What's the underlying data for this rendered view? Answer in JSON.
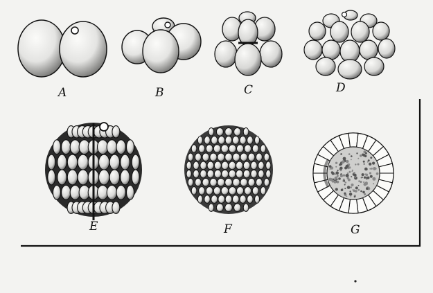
{
  "figures": [
    {
      "label": "A",
      "stage": "2-cell"
    },
    {
      "label": "B",
      "stage": "4-cell"
    },
    {
      "label": "C",
      "stage": "8-cell"
    },
    {
      "label": "D",
      "stage": "16-cell"
    },
    {
      "label": "E",
      "stage": "morula"
    },
    {
      "label": "F",
      "stage": "blastula"
    },
    {
      "label": "G",
      "stage": "blastula-section"
    }
  ],
  "colors": {
    "ink": "#111111",
    "paper": "#f3f3f1",
    "cell": "#f8f8f6",
    "shade": "#c9c9c7"
  }
}
